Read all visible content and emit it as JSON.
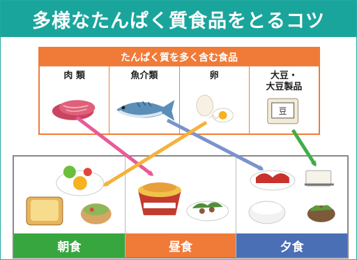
{
  "title": "多様なたんぱく質食品をとるコツ",
  "foods": {
    "header": "たんぱく質を多く含む食品",
    "items": [
      {
        "label": "肉 類",
        "icon": "meat-icon"
      },
      {
        "label": "魚介類",
        "icon": "fish-icon"
      },
      {
        "label": "卵",
        "icon": "egg-icon"
      },
      {
        "label": "大豆・\n大豆製品",
        "icon": "natto-icon"
      }
    ]
  },
  "meals": [
    {
      "label": "朝食",
      "color": "#37a63f"
    },
    {
      "label": "昼食",
      "color": "#f07b38"
    },
    {
      "label": "夕食",
      "color": "#4a6fb5"
    }
  ],
  "colors": {
    "title_bg": "#1aa59c",
    "panel_border": "#f07b38",
    "arrow_meat": "#e85a97",
    "arrow_fish": "#7a93cc",
    "arrow_egg": "#f5b23a",
    "arrow_soy": "#3fae49"
  }
}
